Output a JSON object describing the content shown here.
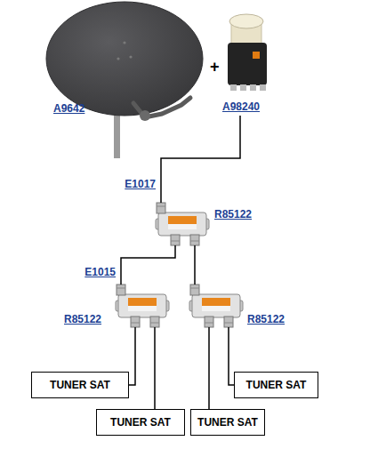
{
  "diagram": {
    "nodes": [
      {
        "text": [
          "A9642"
        ]
      },
      {
        "text": [
          "A98240"
        ]
      },
      {
        "text": [
          "R85122"
        ]
      },
      {
        "text": [
          "R85122"
        ]
      },
      {
        "text": [
          "R85122"
        ]
      },
      {
        "text": [
          "TUNER SAT"
        ]
      },
      {
        "text": [
          "TUNER SAT"
        ]
      },
      {
        "text": [
          "TUNER SAT"
        ]
      },
      {
        "text": [
          "TUNER SAT"
        ]
      }
    ],
    "edges": [
      {
        "from": 1,
        "to": 2,
        "arrow": "none",
        "label": "E1017"
      },
      {
        "from": 2,
        "to": 3,
        "arrow": "none",
        "label": "E1015"
      },
      {
        "from": 2,
        "to": 4,
        "arrow": "none"
      },
      {
        "from": 3,
        "to": 5,
        "arrow": "none"
      },
      {
        "from": 3,
        "to": 7,
        "arrow": "none"
      },
      {
        "from": 4,
        "to": 6,
        "arrow": "none"
      },
      {
        "from": 4,
        "to": 8,
        "arrow": "none"
      }
    ],
    "labels": [
      "+"
    ]
  }
}
